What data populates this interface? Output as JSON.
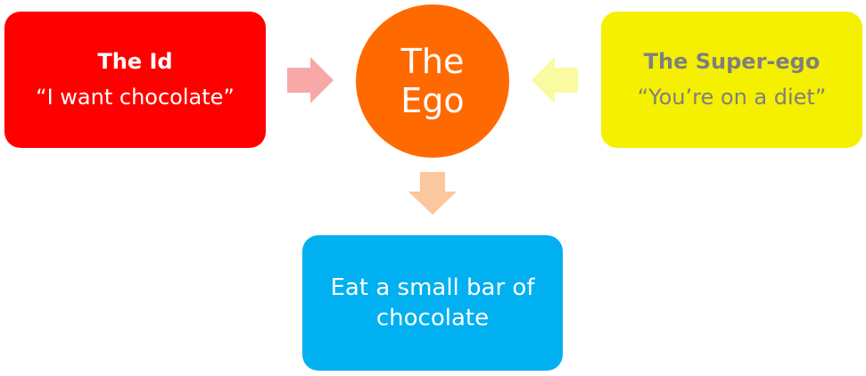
{
  "diagram": {
    "id": {
      "title": "The Id",
      "quote": "“I want chocolate”",
      "color": "#ff0000"
    },
    "ego": {
      "line1": "The",
      "line2": "Ego",
      "color": "#ff6a00"
    },
    "superego": {
      "title": "The Super-ego",
      "quote": "“You’re on a diet”",
      "color": "#f5ef00"
    },
    "outcome": {
      "line1": "Eat a small bar of",
      "line2": "chocolate",
      "color": "#00b0f0"
    },
    "arrows": {
      "id_to_ego": "#f9a8a8",
      "superego_to_ego": "#fafaa0",
      "ego_to_outcome": "#fbc79f"
    }
  }
}
